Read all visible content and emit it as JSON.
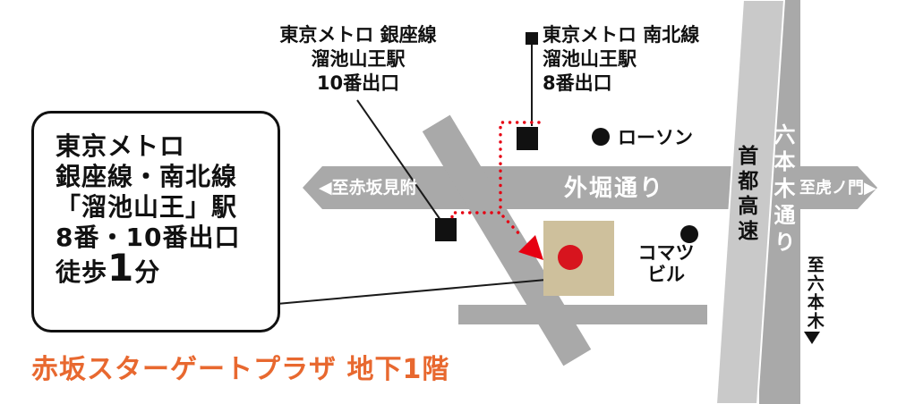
{
  "colors": {
    "road": "#a9a9a9",
    "expressway": "#c9c9c9",
    "building": "#cec09c",
    "marker_red": "#d7141e",
    "route_red": "#e60012",
    "accent_orange": "#e8682f",
    "ink": "#111111"
  },
  "callout": {
    "lines": [
      "東京メトロ",
      "銀座線・南北線",
      "「溜池山王」駅",
      "8番・10番出口"
    ],
    "walk": {
      "prefix": "徒歩",
      "minutes": "1",
      "suffix": "分"
    }
  },
  "footer": {
    "location": "赤坂スターゲートプラザ 地下1階"
  },
  "exits": {
    "ginza": {
      "lines": [
        "東京メトロ 銀座線",
        "溜池山王駅",
        "10番出口"
      ]
    },
    "namboku": {
      "lines": [
        "東京メトロ 南北線",
        "溜池山王駅",
        "8番出口"
      ]
    }
  },
  "pois": {
    "lawson": "ローソン",
    "komatsu_lines": [
      "コマツ",
      "ビル"
    ]
  },
  "streets": {
    "sotobori": "外堀通り",
    "to_akasakamitsuke": "◀至赤坂見附",
    "to_toranomon": "至虎ノ門▶",
    "roppongi_dori": "六本木通り",
    "shuto_expressway": "首都高速",
    "to_roppongi": "至六本木"
  }
}
